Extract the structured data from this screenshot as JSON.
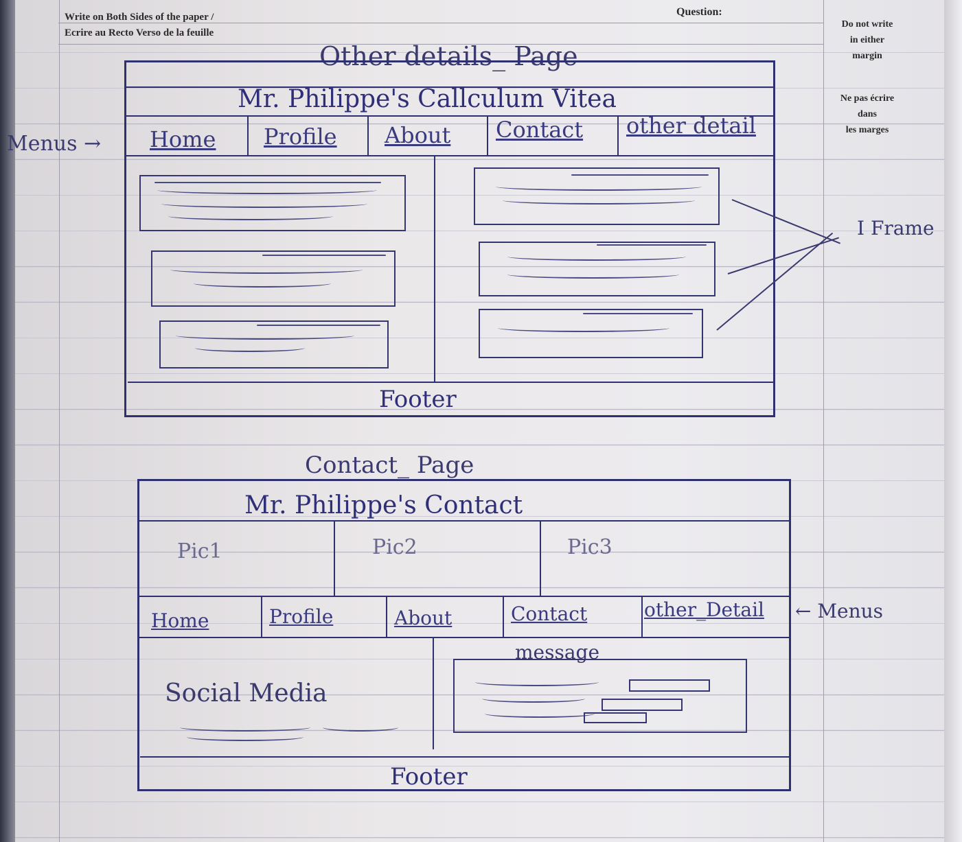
{
  "print": {
    "instruction_en": "Write on Both Sides of the paper /",
    "instruction_fr": "Ecrire au Recto Verso de la feuille",
    "question": "Question:",
    "margin_en": [
      "Do not write",
      "in either",
      "margin"
    ],
    "margin_fr": [
      "Ne pas écrire",
      "dans",
      "les marges"
    ]
  },
  "page1": {
    "caption": "Other details_ Page",
    "site_title": "Mr. Philippe's Callculum Vitea",
    "menus_note": "Menus →",
    "menu": [
      "Home",
      "Profile",
      "About",
      "Contact",
      "other detail"
    ],
    "iframe_note": "I Frame",
    "footer": "Footer"
  },
  "page2": {
    "caption": "Contact_ Page",
    "site_title": "Mr. Philippe's Contact",
    "pics": [
      "Pic1",
      "Pic2",
      "Pic3"
    ],
    "menu": [
      "Home",
      "Profile",
      "About",
      "Contact",
      "other_Detail"
    ],
    "menus_note": "← Menus",
    "social": "Social Media",
    "message": "message",
    "footer": "Footer"
  }
}
